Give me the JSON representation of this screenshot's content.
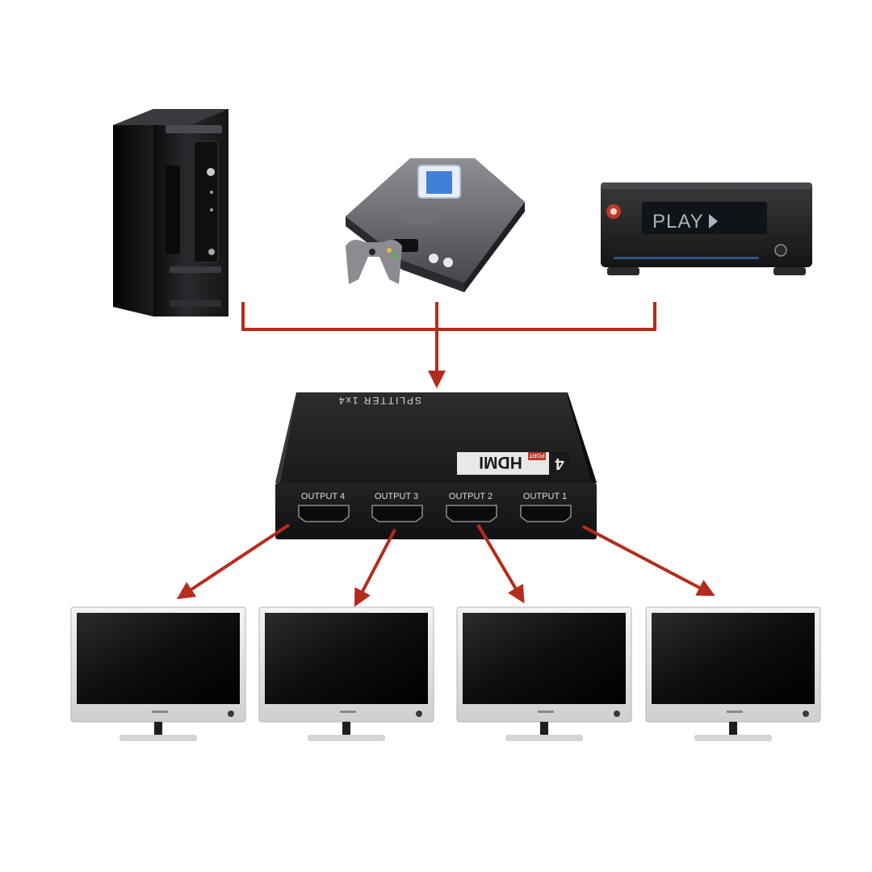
{
  "sources": [
    {
      "name": "desktop-pc"
    },
    {
      "name": "game-console"
    },
    {
      "name": "media-player",
      "display_text": "PLAY"
    }
  ],
  "splitter": {
    "top_label": "SPLITTER 1x4",
    "logo_number": "4",
    "logo_text": "HDMI",
    "logo_sub": "PORT",
    "outputs": [
      "OUTPUT 4",
      "OUTPUT 3",
      "OUTPUT 2",
      "OUTPUT 1"
    ]
  },
  "monitors": [
    {
      "name": "monitor-1"
    },
    {
      "name": "monitor-2"
    },
    {
      "name": "monitor-3"
    },
    {
      "name": "monitor-4"
    }
  ],
  "colors": {
    "arrow": "#b42c1c",
    "device_dark": "#1d1d1f",
    "monitor_frame": "#e4e4e6",
    "background": "#ffffff"
  }
}
